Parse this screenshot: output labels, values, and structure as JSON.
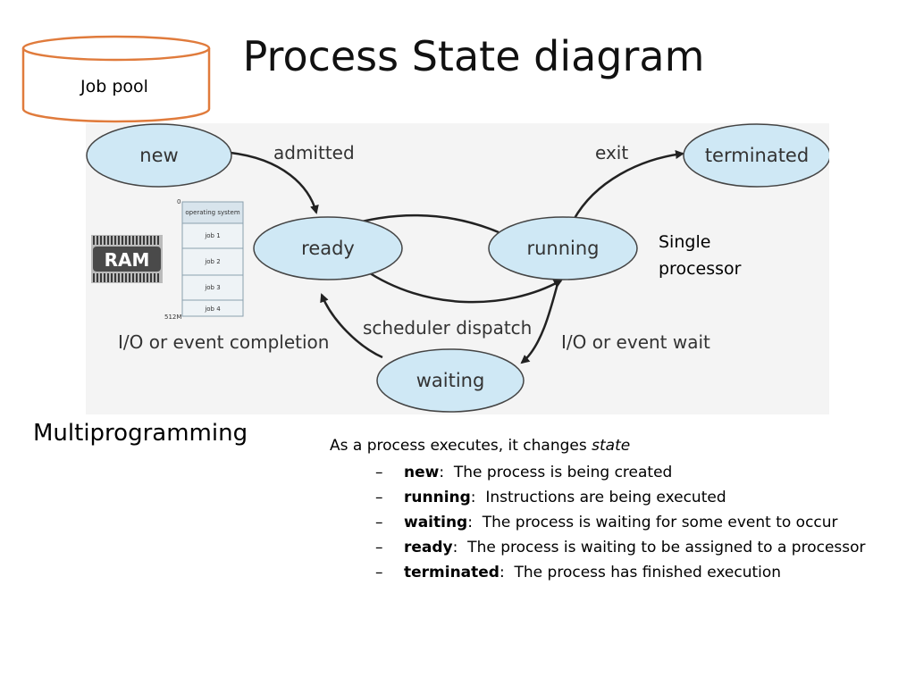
{
  "title": "Process State diagram",
  "job_pool": {
    "label": "Job pool"
  },
  "ram": {
    "label": "RAM"
  },
  "memory_map": {
    "top_address": "0",
    "bottom_address": "512M",
    "rows": [
      "operating system",
      "job 1",
      "job 2",
      "job 3",
      "job 4"
    ]
  },
  "diagram": {
    "states": {
      "new": "new",
      "ready": "ready",
      "running": "running",
      "waiting": "waiting",
      "terminated": "terminated"
    },
    "transitions": {
      "admitted": "admitted",
      "exit": "exit",
      "scheduler_dispatch": "scheduler dispatch",
      "io_completion": "I/O or event completion",
      "io_wait": "I/O or event wait"
    },
    "colors": {
      "state_fill": "#cfe8f5",
      "state_stroke": "#444444",
      "job_pool_border": "#e07b3c"
    }
  },
  "single_processor": {
    "line1": "Single",
    "line2": "processor"
  },
  "multiprogramming": "Multiprogramming",
  "states_intro": {
    "text": "As a process executes, it changes ",
    "emphasis": "state"
  },
  "states_list": [
    {
      "dash": "–",
      "term": "new",
      "sep": ":",
      "desc": "  The process is being created"
    },
    {
      "dash": "–",
      "term": "running",
      "sep": ":",
      "desc": "  Instructions are being executed"
    },
    {
      "dash": "–",
      "term": "waiting",
      "sep": ":",
      "desc": "  The process is waiting for some event to occur"
    },
    {
      "dash": "–",
      "term": "ready",
      "sep": ":",
      "desc": "  The process is waiting to be assigned to a processor"
    },
    {
      "dash": "–",
      "term": "terminated",
      "sep": ":",
      "desc": "  The process has finished execution"
    }
  ]
}
